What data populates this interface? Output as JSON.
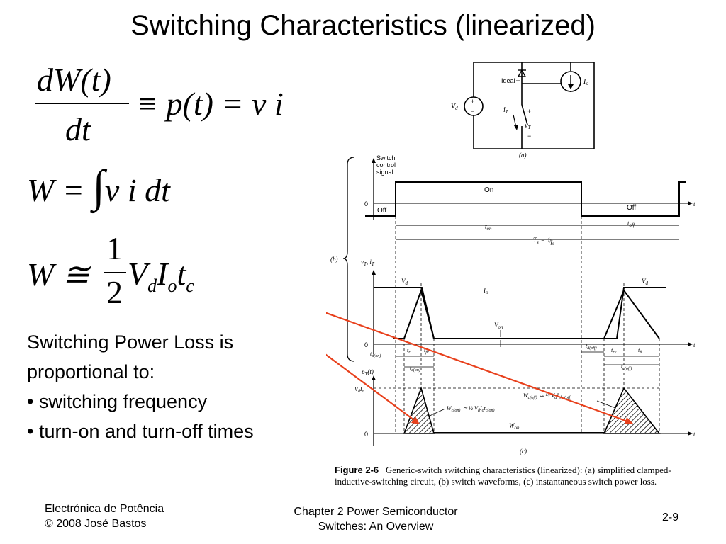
{
  "slide": {
    "title": "Switching Characteristics (linearized)"
  },
  "equations": {
    "eq1": {
      "numer_d": "d",
      "numer_W": "W",
      "numer_paren_l": "(",
      "numer_t": "t",
      "numer_paren_r": ")",
      "denom_d": "d",
      "denom_t": "t",
      "equiv": "≡",
      "p": "p",
      "p_paren_l": "(",
      "p_t": "t",
      "p_paren_r": ")",
      "eq": "=",
      "v": "v",
      "i": "i"
    },
    "eq2": {
      "W": "W",
      "eq": "=",
      "integral": "∫",
      "v": "v",
      "i": "i",
      "dt": "dt"
    },
    "eq3": {
      "W": "W",
      "approx": "≅",
      "one": "1",
      "two": "2",
      "V": "V",
      "d": "d",
      "I": "I",
      "o": "o",
      "t": "t",
      "c": "c"
    }
  },
  "text": {
    "line1": "Switching Power Loss is",
    "line2": "proportional to:",
    "bullet1": "• switching frequency",
    "bullet2": "• turn-on and turn-off times"
  },
  "footer": {
    "left1": "Electrónica de Potência",
    "left2": "© 2008 José Bastos",
    "center1": "Chapter 2 Power Semiconductor",
    "center2": "Switches: An Overview",
    "page": "2-9"
  },
  "figure": {
    "circuit": {
      "ideal": "Ideal",
      "Io": "I",
      "Io_sub": "o",
      "Vd": "V",
      "Vd_sub": "d",
      "iT": "i",
      "iT_sub": "T",
      "vT": "v",
      "vT_sub": "T",
      "plus": "+",
      "minus": "−",
      "plus2": "+",
      "minus2": "−",
      "label_a": "(a)"
    },
    "control": {
      "label1": "Switch",
      "label2": "control",
      "label3": "signal",
      "on": "On",
      "off1": "Off",
      "off2": "Off",
      "zero": "0",
      "t": "t",
      "ton": "t",
      "ton_sub": "on",
      "toff": "t",
      "toff_sub": "off",
      "Ts": "T",
      "Ts_sub": "s",
      "Ts_eq": "=",
      "Ts_num": "1",
      "Ts_den": "f",
      "Ts_den_sub": "s"
    },
    "waves": {
      "label_b": "(b)",
      "axis": "v",
      "axis_sub": "T",
      "axis_sep": ", i",
      "axis_sub2": "T",
      "Vd1": "V",
      "Vd1_sub": "d",
      "Vd2": "V",
      "Vd2_sub": "d",
      "Io": "I",
      "Io_sub": "o",
      "Von": "V",
      "Von_sub": "on",
      "zero": "0",
      "t": "t",
      "tdon": "t",
      "tdon_sub": "d(on)",
      "tri": "t",
      "tri_sub": "ri",
      "tfv": "t",
      "tfv_sub": "fv",
      "tcon": "t",
      "tcon_sub": "c(on)",
      "tdoff": "t",
      "tdoff_sub": "d(off)",
      "trv": "t",
      "trv_sub": "rv",
      "tfi": "t",
      "tfi_sub": "fi",
      "tcoff": "t",
      "tcoff_sub": "c(off)"
    },
    "power": {
      "axis": "p",
      "axis_sub": "T",
      "axis_arg": "(t)",
      "VdIo": "V",
      "VdIo_sub": "d",
      "VdIo_I": "I",
      "VdIo_sub2": "o",
      "zero": "0",
      "t": "t",
      "Wcon": "W",
      "Wcon_sub": "c(on)",
      "Wcon_expr": "≃ ½ V",
      "Wcon_d": "d",
      "Wcon_I": "I",
      "Wcon_o": "o",
      "Wcon_t": "t",
      "Wcon_c": "c(on)",
      "Wcoff": "W",
      "Wcoff_sub": "c(off)",
      "Wcoff_expr": "≃ ½ V",
      "Wcoff_d": "d",
      "Wcoff_I": "I",
      "Wcoff_o": "o",
      "Wcoff_t": "t",
      "Wcoff_c": "c(off)",
      "Won": "W",
      "Won_sub": "on",
      "label_c": "(c)"
    },
    "caption": {
      "head": "Figure 2-6",
      "line1": "Generic-switch switching characteristics (linearized): (a) simplified clamped-",
      "line2": "inductive-switching circuit, (b) switch waveforms, (c) instantaneous switch power loss."
    }
  },
  "colors": {
    "arrow": "#e8401c",
    "text": "#000000",
    "background": "#ffffff"
  }
}
